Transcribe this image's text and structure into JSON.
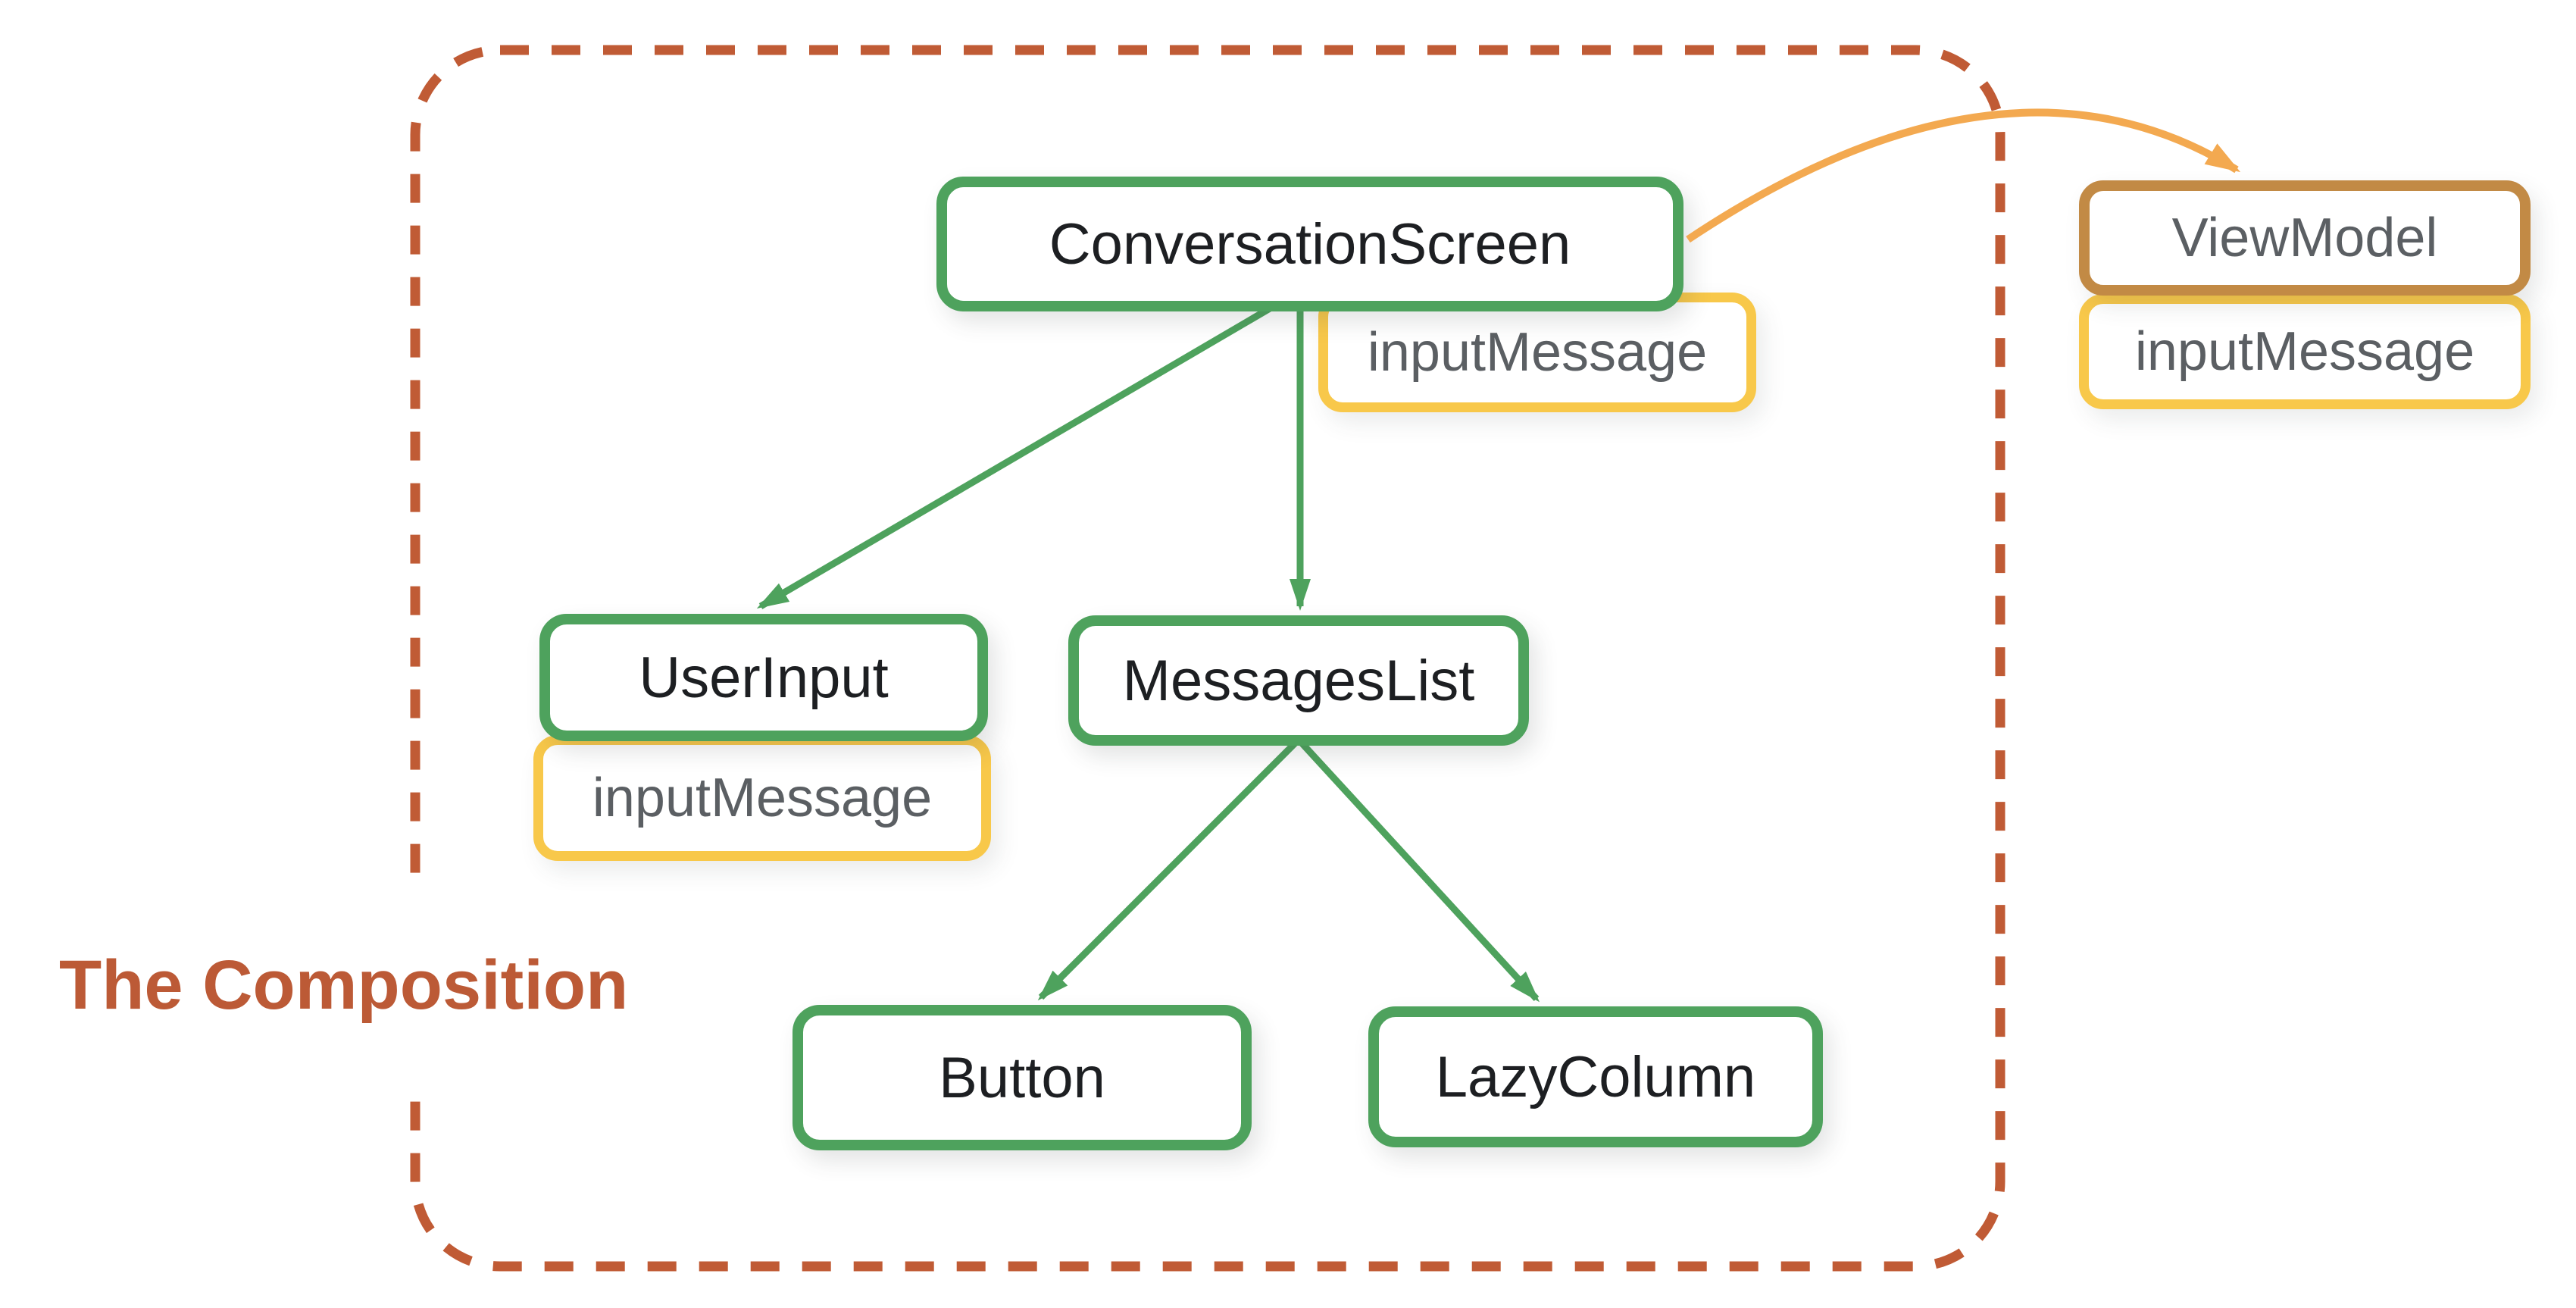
{
  "canvas": {
    "background": "#ffffff"
  },
  "title": {
    "label": "The Composition"
  },
  "nodes": {
    "conversation_screen": {
      "label": "ConversationScreen"
    },
    "cs_input_message": {
      "label": "inputMessage"
    },
    "user_input": {
      "label": "UserInput"
    },
    "ui_input_message": {
      "label": "inputMessage"
    },
    "messages_list": {
      "label": "MessagesList"
    },
    "button": {
      "label": "Button"
    },
    "lazy_column": {
      "label": "LazyColumn"
    },
    "view_model": {
      "label": "ViewModel"
    },
    "vm_input_message": {
      "label": "inputMessage"
    }
  },
  "edges": [
    {
      "from": "ConversationScreen",
      "to": "UserInput",
      "style": "solid-arrow",
      "color_key": "edge_green"
    },
    {
      "from": "ConversationScreen",
      "to": "MessagesList",
      "style": "solid-arrow",
      "color_key": "edge_green"
    },
    {
      "from": "MessagesList",
      "to": "Button",
      "style": "solid-arrow",
      "color_key": "edge_green"
    },
    {
      "from": "MessagesList",
      "to": "LazyColumn",
      "style": "solid-arrow",
      "color_key": "edge_green"
    },
    {
      "from": "ConversationScreen",
      "to": "ViewModel",
      "style": "curved-arrow",
      "color_key": "edge_orange"
    }
  ],
  "colors": {
    "node_green_border": "#4ea25d",
    "node_yellow_border": "#f8c84a",
    "node_brown_border": "#c28a45",
    "edge_green": "#4ea25d",
    "edge_orange": "#f3a950",
    "dashed_border": "#c05b35",
    "title_text": "#bc5a36",
    "label_dark": "#1d1f22",
    "label_gray": "#5b5f63"
  }
}
